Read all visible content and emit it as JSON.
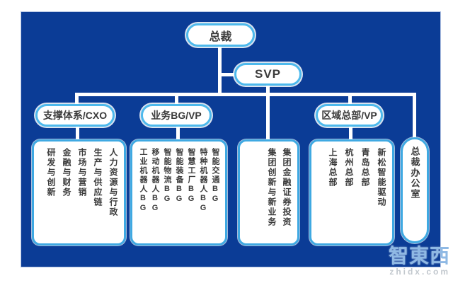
{
  "colors": {
    "canvas_blue": "#0b3c96",
    "line_white": "#ffffff",
    "pill_border": "#4db9ec",
    "box_border": "#3fa9e2",
    "text_dark": "#3b3b3b",
    "watermark_blue": "#8fb9e4",
    "watermark_gray": "#c2c8ce"
  },
  "chart": {
    "president": "总裁",
    "svp": "SVP",
    "branches": [
      {
        "label": "支撑体系/CXO",
        "children": [
          "人力资源与行政",
          "生产与供应链",
          "市场与营销",
          "金融与财务",
          "研发与创新"
        ]
      },
      {
        "label": "业务BG/VP",
        "children": [
          "智能交通BG",
          "特种机器人BG",
          "智慧工厂BG",
          "智能装备BG",
          "智能物流BG",
          "移动机器人BG",
          "工业机器人BG"
        ]
      },
      {
        "label": "",
        "children": [
          "集团金融证券投资",
          "集团创新与新业务"
        ]
      },
      {
        "label": "区域总部/VP",
        "children": [
          "新松智能驱动",
          "青岛总部",
          "杭州总部",
          "上海总部"
        ]
      },
      {
        "label": "",
        "children": [
          "总裁办公室"
        ]
      }
    ]
  },
  "watermark": {
    "logo": "智東西",
    "domain": "zhidx.com"
  }
}
